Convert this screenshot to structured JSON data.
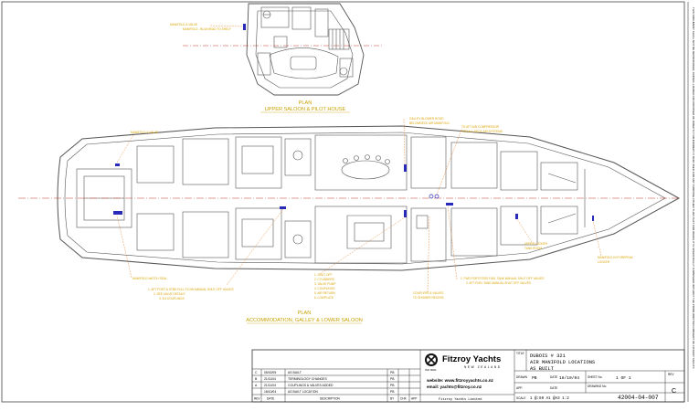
{
  "upper_plan": {
    "annotations": [
      "MANIFOLD & VALVE",
      "MANIFOLD - BULKHEAD TO SHELF"
    ],
    "label_plan": "PLAN",
    "label_title": "UPPER SALOON & PILOT HOUSE"
  },
  "main_plan": {
    "label_plan": "PLAN",
    "label_title": "ACCOMMODATION, GALLEY & LOWER SALOON",
    "annotations": {
      "fwd_top": "MANIFOLD & VALVE",
      "fwd_bottom": "MANIFOLD WATCH SEAL",
      "list_a": [
        "1. AFT PORT & STBD FULL FLOW MANUAL SHUT OFF VALVES",
        "2. SEE VALVE DETAILS",
        "3. 3/4 COUPLINGS"
      ],
      "list_b": [
        "1. SHUT OFF",
        "2. CYLINDERS",
        "3. VALVE PUMP",
        "4. COUPLINGS",
        "5. AIR RETURN",
        "6. LOG/PLATE"
      ],
      "top_mid": [
        "GALLEY BLOWER HOOD",
        "BELOWDECK AIR MANIFOLD"
      ],
      "top_right": [
        "TO AFT AIR COMPRESSOR",
        "FOR ALL DECK AIR SYSTEMS"
      ],
      "bot_mid": [
        "COUPLERS & VALVES",
        "TO SHOWER RECESS"
      ],
      "bot_right": [
        "1. FWD PORT/STBD FUEL TANK MANUAL SHUT OFF VALVES",
        "2. AFT FUEL TANK MANUAL SHUT OFF VALVES"
      ],
      "right_a": [
        "UPPER LOCKER",
        "TANK ROOM"
      ],
      "right_b": [
        "MANIFOLD IN FOREPEAK",
        "LOCKER"
      ]
    }
  },
  "margin_note": "THIS DOCUMENT SHALL NOT BE REPRODUCED, COPIED, LOANED OR DISPOSED OF DIRECTLY OR INDIRECTLY NOR USED FOR ANY PURPOSE OTHER THAN THAT FOR WHICH IT IS SPECIFICALLY FURNISHED WITHOUT THE PRIOR WRITTEN CONSENT OF FITZROY YACHTS",
  "title_block": {
    "revisions": [
      {
        "rev": "C",
        "date": "05/02/05",
        "description": "AS BUILT",
        "by": "PB"
      },
      {
        "rev": "B",
        "date": "21/11/04",
        "description": "TERMINOLOGY CHANGES",
        "by": "PB"
      },
      {
        "rev": "A",
        "date": "21/11/04",
        "description": "COUPLINGS & VALVES ADDED",
        "by": "PB"
      },
      {
        "rev": "",
        "date": "18/10/04",
        "description": "AS BUILT LOCATION",
        "by": "PB"
      }
    ],
    "rev_headers": {
      "rev": "REV",
      "date": "DATE",
      "description": "DESCRIPTION",
      "by": "BY",
      "chk": "CHK",
      "app": "APP"
    },
    "cert_label": "ISO 9001",
    "company": "Fitzroy Yachts",
    "country": "NEW ZEALAND",
    "website": "website: www.fitzroyyachts.co.nz",
    "email": "email:  yachts@fitzroy.co.nz",
    "company_full": "Fitzroy Yachts Limited",
    "title_label": "TITLE",
    "title_lines": [
      "DUBOIS # 321",
      "AIR MANIFOLD LOCATIONS",
      "AS BUILT"
    ],
    "drawn_label": "DRAWN",
    "drawn_value": "PB",
    "date_label": "DATE",
    "date_value": "18/10/04",
    "sheet_label": "SHEET No.",
    "sheet_value": "1 OF 1",
    "app_label": "APP.",
    "drawing_label": "DRAWING No.",
    "drawing_value": "42004-04-007",
    "scale_label": "SCALE",
    "scale_value": "1 @:50 A1  @A3 1:2",
    "rev_label": "REV",
    "rev_value": "C"
  },
  "colors": {
    "line": "#444444",
    "annotation": "#d9a400",
    "centerline": "#c0392b",
    "manifold": "#2a2ab8",
    "leader": "#e67e22"
  }
}
